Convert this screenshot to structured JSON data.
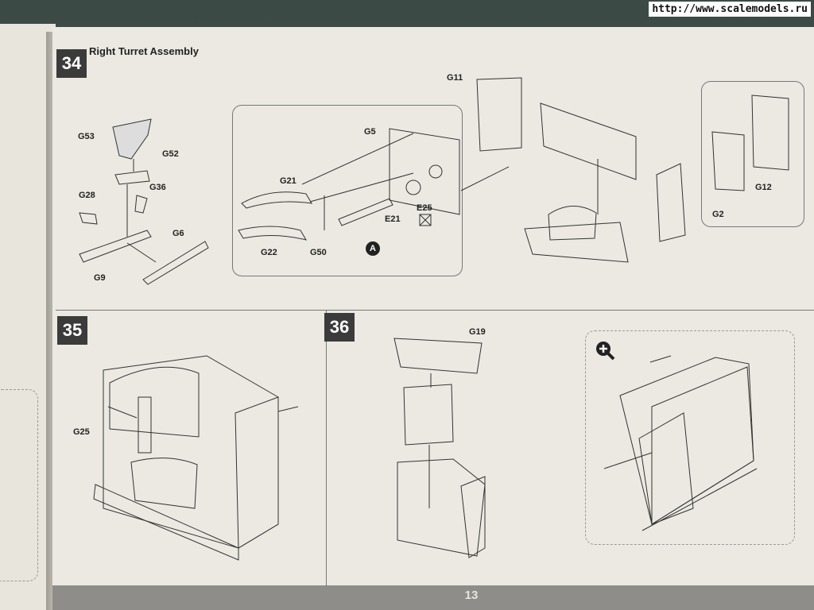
{
  "watermark": "http://www.scalemodels.ru",
  "page_number": "13",
  "steps": {
    "s34": {
      "number": "34",
      "title": "Right Turret Assembly"
    },
    "s35": {
      "number": "35"
    },
    "s36": {
      "number": "36"
    }
  },
  "labels": {
    "G53": "G53",
    "G52": "G52",
    "G28": "G28",
    "G36": "G36",
    "G6": "G6",
    "G9": "G9",
    "G5": "G5",
    "G21": "G21",
    "G22": "G22",
    "G50": "G50",
    "E21": "E21",
    "E25": "E25",
    "G11": "G11",
    "G12": "G12",
    "G2": "G2",
    "G25": "G25",
    "G19": "G19",
    "A": "A"
  },
  "icons": {
    "zoom": "zoom-in-icon",
    "no-glue": "crossed-box-icon"
  }
}
